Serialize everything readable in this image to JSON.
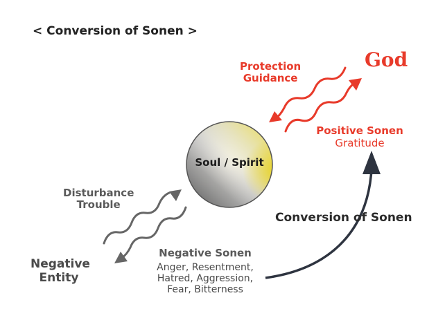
{
  "title": "< Conversion of Sonen >",
  "god_label": "God",
  "protection_line1": "Protection",
  "protection_line2": "Guidance",
  "positive_sonen_title": "Positive Sonen",
  "positive_sonen_detail": "Gratitude",
  "soul_label": "Soul / Spirit",
  "disturbance_line1": "Disturbance",
  "disturbance_line2": "Trouble",
  "negative_entity_line1": "Negative",
  "negative_entity_line2": "Entity",
  "negative_sonen_title": "Negative Sonen",
  "negative_sonen_details": [
    "Anger, Resentment,",
    "Hatred, Aggression,",
    "Fear, Bitterness"
  ],
  "conversion_label": "Conversion of Sonen",
  "colors": {
    "red": "#e83a2a",
    "grey": "#5a5a5a",
    "dark_arrow": "#2e3440"
  }
}
